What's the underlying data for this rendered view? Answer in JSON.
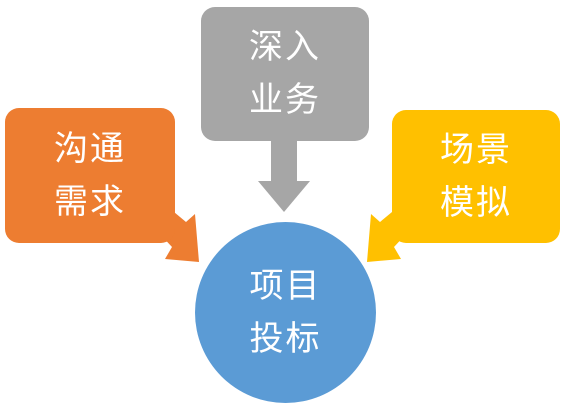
{
  "colors": {
    "top": "#a6a6a6",
    "left": "#ed7d31",
    "right": "#ffc000",
    "center": "#5b9bd5",
    "arrow_top": "#a6a6a6",
    "arrow_left": "#ed7d31",
    "arrow_right": "#ffc000"
  },
  "nodes": {
    "top": {
      "line1": "深入",
      "line2": "业务"
    },
    "left": {
      "line1": "沟通",
      "line2": "需求"
    },
    "right": {
      "line1": "场景",
      "line2": "模拟"
    },
    "center": {
      "line1": "项目",
      "line2": "投标"
    }
  }
}
